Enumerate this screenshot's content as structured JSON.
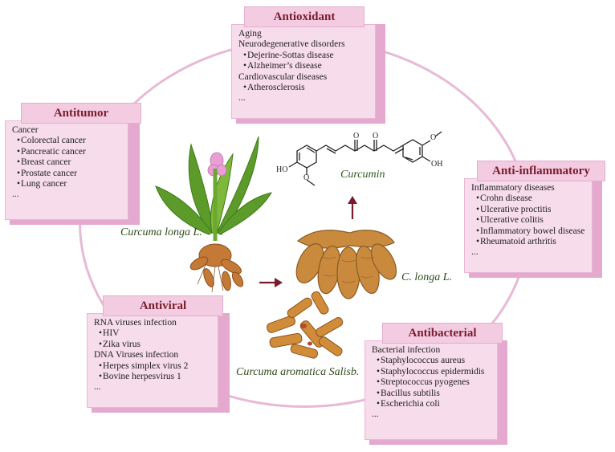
{
  "center": {
    "molecule_label": "Curcumin",
    "atom_labels": {
      "o_left_ketone": "O",
      "o_right_ketone": "O",
      "ho_left": "HO",
      "oh_right": "OH",
      "o_left_methoxy": "O",
      "o_right_methoxy": "O"
    },
    "plants": {
      "curcuma_longa": "Curcuma longa L.",
      "c_longa": "C. longa L.",
      "curcuma_aromatica": "Curcuma aromatica Salisb."
    }
  },
  "boxes": {
    "antioxidant": {
      "title": "Antioxidant",
      "lines": [
        "Aging",
        "Neurodegenerative disorders",
        "Dejerine-Sottas disease",
        "Alzheimer’s disease",
        "Cardiovascular diseases",
        "Atherosclerosis",
        "..."
      ]
    },
    "antitumor": {
      "title": "Antitumor",
      "lines": [
        "Cancer",
        "Colorectal cancer",
        "Pancreatic cancer",
        "Breast cancer",
        "Prostate cancer",
        "Lung cancer",
        "..."
      ]
    },
    "antiinflammatory": {
      "title": "Anti-inflammatory",
      "lines": [
        "Inflammatory diseases",
        "Crohn disease",
        "Ulcerative proctitis",
        "Ulcerative colitis",
        "Inflammatory bowel disease",
        "Rheumatoid arthritis",
        "..."
      ]
    },
    "antiviral": {
      "title": "Antiviral",
      "lines": [
        "RNA viruses infection",
        "HIV",
        "Zika virus",
        "DNA Viruses infection",
        "Herpes simplex virus 2",
        "Bovine herpesvirus 1",
        "..."
      ]
    },
    "antibacterial": {
      "title": "Antibacterial",
      "lines": [
        "Bacterial infection",
        "Staphylococcus aureus",
        "Staphylococcus epidermidis",
        "Streptococcus pyogenes",
        "Bacillus subtilis",
        "Escherichia coli",
        "..."
      ]
    }
  },
  "colors": {
    "box_face": "#f7dcec",
    "box_side": "#e5a9cf",
    "tab": "#f3cce2",
    "title_text": "#7a1b2a",
    "ring": "#e8b9d6",
    "arrow": "#7a1b2a"
  }
}
